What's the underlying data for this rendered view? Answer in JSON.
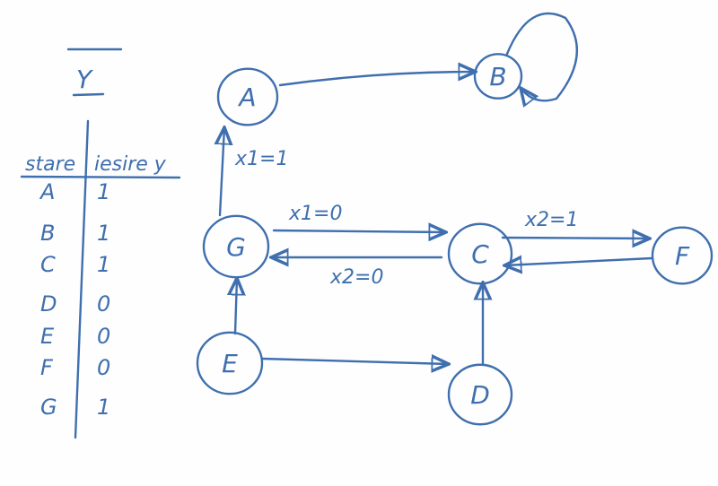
{
  "title": "Y",
  "table": {
    "headers": [
      "stare",
      "iesire y"
    ],
    "rows": [
      {
        "state": "A",
        "output": "1"
      },
      {
        "state": "B",
        "output": "1"
      },
      {
        "state": "C",
        "output": "1"
      },
      {
        "state": "D",
        "output": "0"
      },
      {
        "state": "E",
        "output": "0"
      },
      {
        "state": "F",
        "output": "0"
      },
      {
        "state": "G",
        "output": "1"
      }
    ]
  },
  "nodes": [
    "A",
    "B",
    "C",
    "D",
    "E",
    "F",
    "G"
  ],
  "edges": [
    {
      "from": "A",
      "to": "B",
      "label": ""
    },
    {
      "from": "B",
      "to": "B",
      "label": ""
    },
    {
      "from": "G",
      "to": "A",
      "label": "x1=1"
    },
    {
      "from": "G",
      "to": "C",
      "label": "x1=0"
    },
    {
      "from": "C",
      "to": "G",
      "label": "x2=0"
    },
    {
      "from": "C",
      "to": "F",
      "label": "x2=1"
    },
    {
      "from": "F",
      "to": "C",
      "label": ""
    },
    {
      "from": "E",
      "to": "G",
      "label": ""
    },
    {
      "from": "E",
      "to": "D",
      "label": ""
    },
    {
      "from": "D",
      "to": "C",
      "label": ""
    }
  ],
  "ink_color": "#3f6fae"
}
